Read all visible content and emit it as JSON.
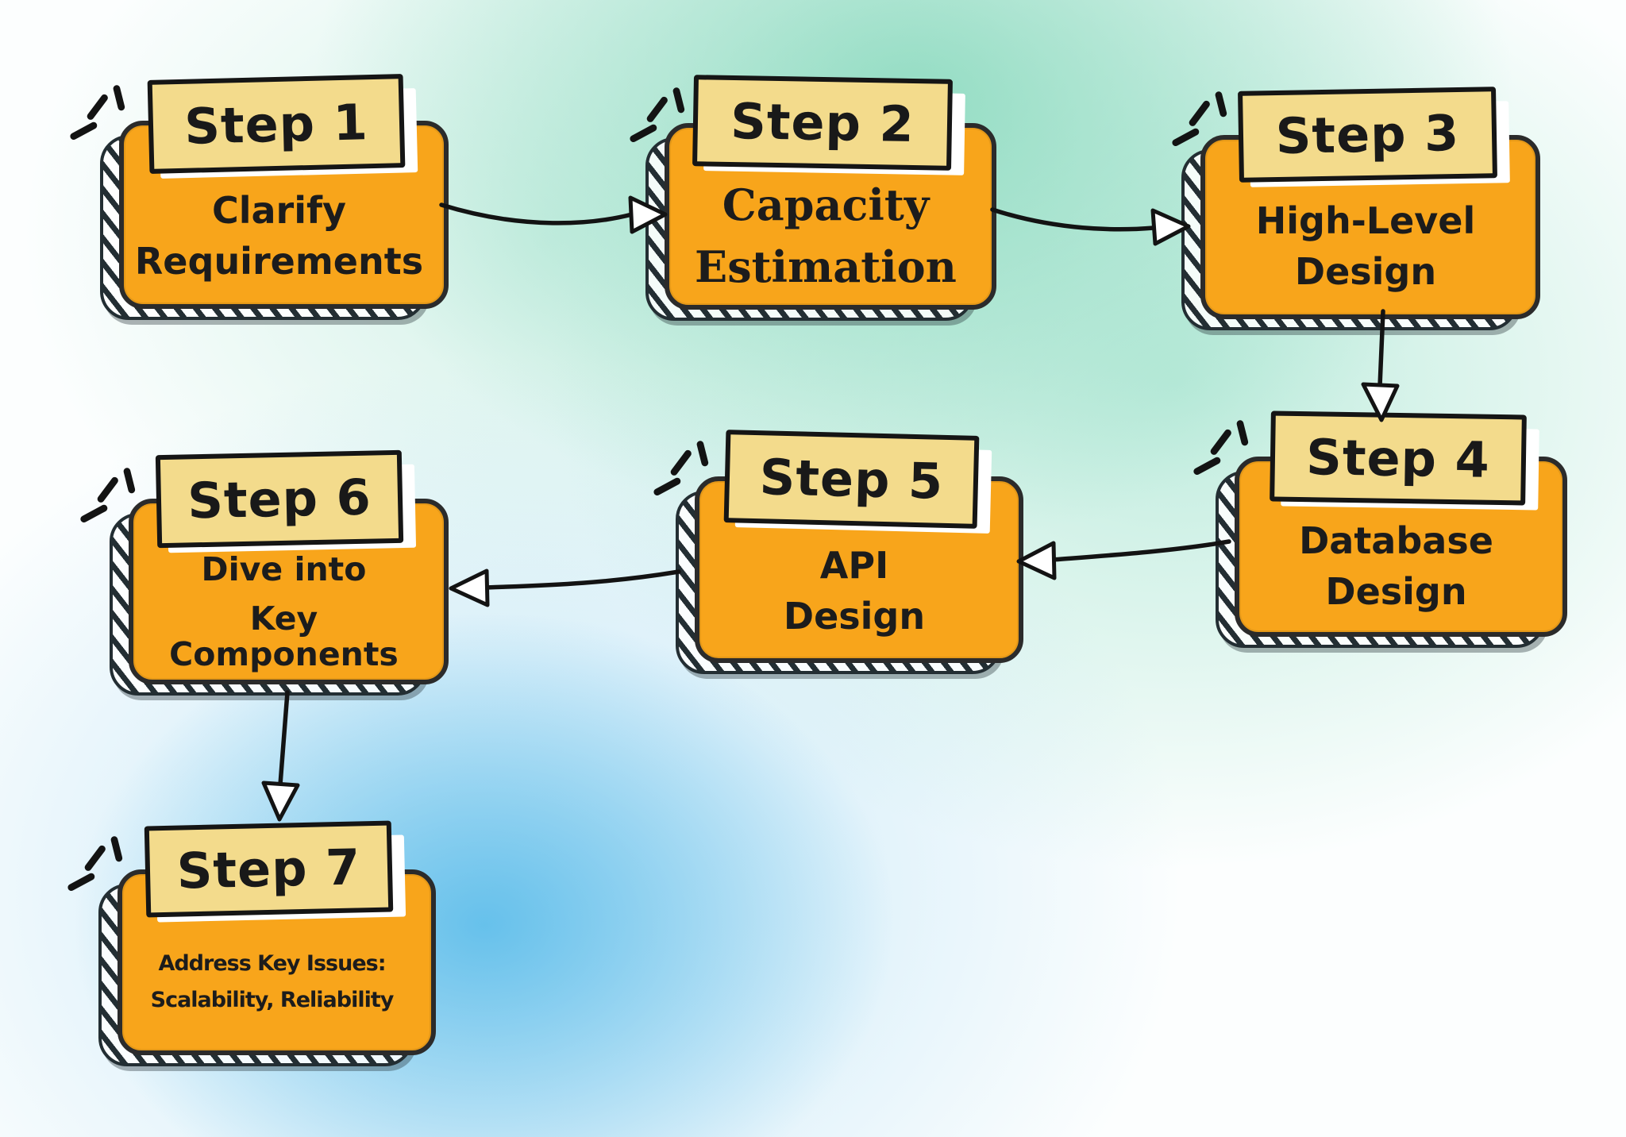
{
  "steps": [
    {
      "label": "Step 1",
      "lines": [
        "Clarify",
        "Requirements"
      ]
    },
    {
      "label": "Step 2",
      "lines": [
        "Capacity",
        "Estimation"
      ]
    },
    {
      "label": "Step 3",
      "lines": [
        "High-Level",
        "Design"
      ]
    },
    {
      "label": "Step 4",
      "lines": [
        "Database",
        "Design"
      ]
    },
    {
      "label": "Step 5",
      "lines": [
        "API",
        "Design"
      ]
    },
    {
      "label": "Step 6",
      "lines": [
        "Dive into",
        "Key Components"
      ]
    },
    {
      "label": "Step 7",
      "lines": [
        "Address Key Issues:",
        "Scalability, Reliability"
      ]
    }
  ],
  "edges": [
    {
      "from": "Step 1",
      "to": "Step 2"
    },
    {
      "from": "Step 2",
      "to": "Step 3"
    },
    {
      "from": "Step 3",
      "to": "Step 4"
    },
    {
      "from": "Step 4",
      "to": "Step 5"
    },
    {
      "from": "Step 5",
      "to": "Step 6"
    },
    {
      "from": "Step 6",
      "to": "Step 7"
    }
  ],
  "icons": {
    "sparkle": "three-burst-strokes"
  },
  "colors": {
    "box": "#F8A51B",
    "header": "#F3DB8C",
    "hatch": "#232E33",
    "outline": "#151515",
    "arrow": "#131313",
    "bg_green": "#8CD8BC",
    "bg_blue": "#4EB7E8",
    "white": "#FFFFFF"
  }
}
